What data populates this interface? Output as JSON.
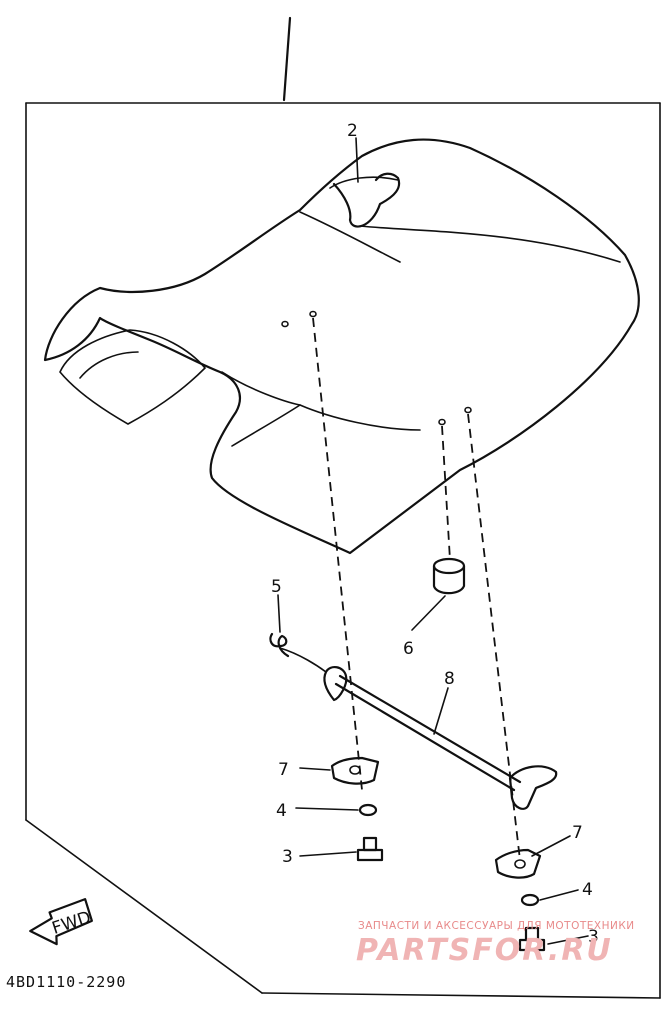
{
  "callouts": [
    {
      "num": "2"
    },
    {
      "num": "5"
    },
    {
      "num": "6"
    },
    {
      "num": "8"
    },
    {
      "num": "7"
    },
    {
      "num": "4"
    },
    {
      "num": "3"
    },
    {
      "num": "7"
    },
    {
      "num": "4"
    },
    {
      "num": "3"
    }
  ],
  "fwd_label": "FWD",
  "part_code": "4BD1110-2290",
  "watermark": {
    "line1": "ЗАПЧАСТИ И АКСЕССУАРЫ ДЛЯ МОТОТЕХНИКИ",
    "line2": "PARTSFOR.RU"
  }
}
